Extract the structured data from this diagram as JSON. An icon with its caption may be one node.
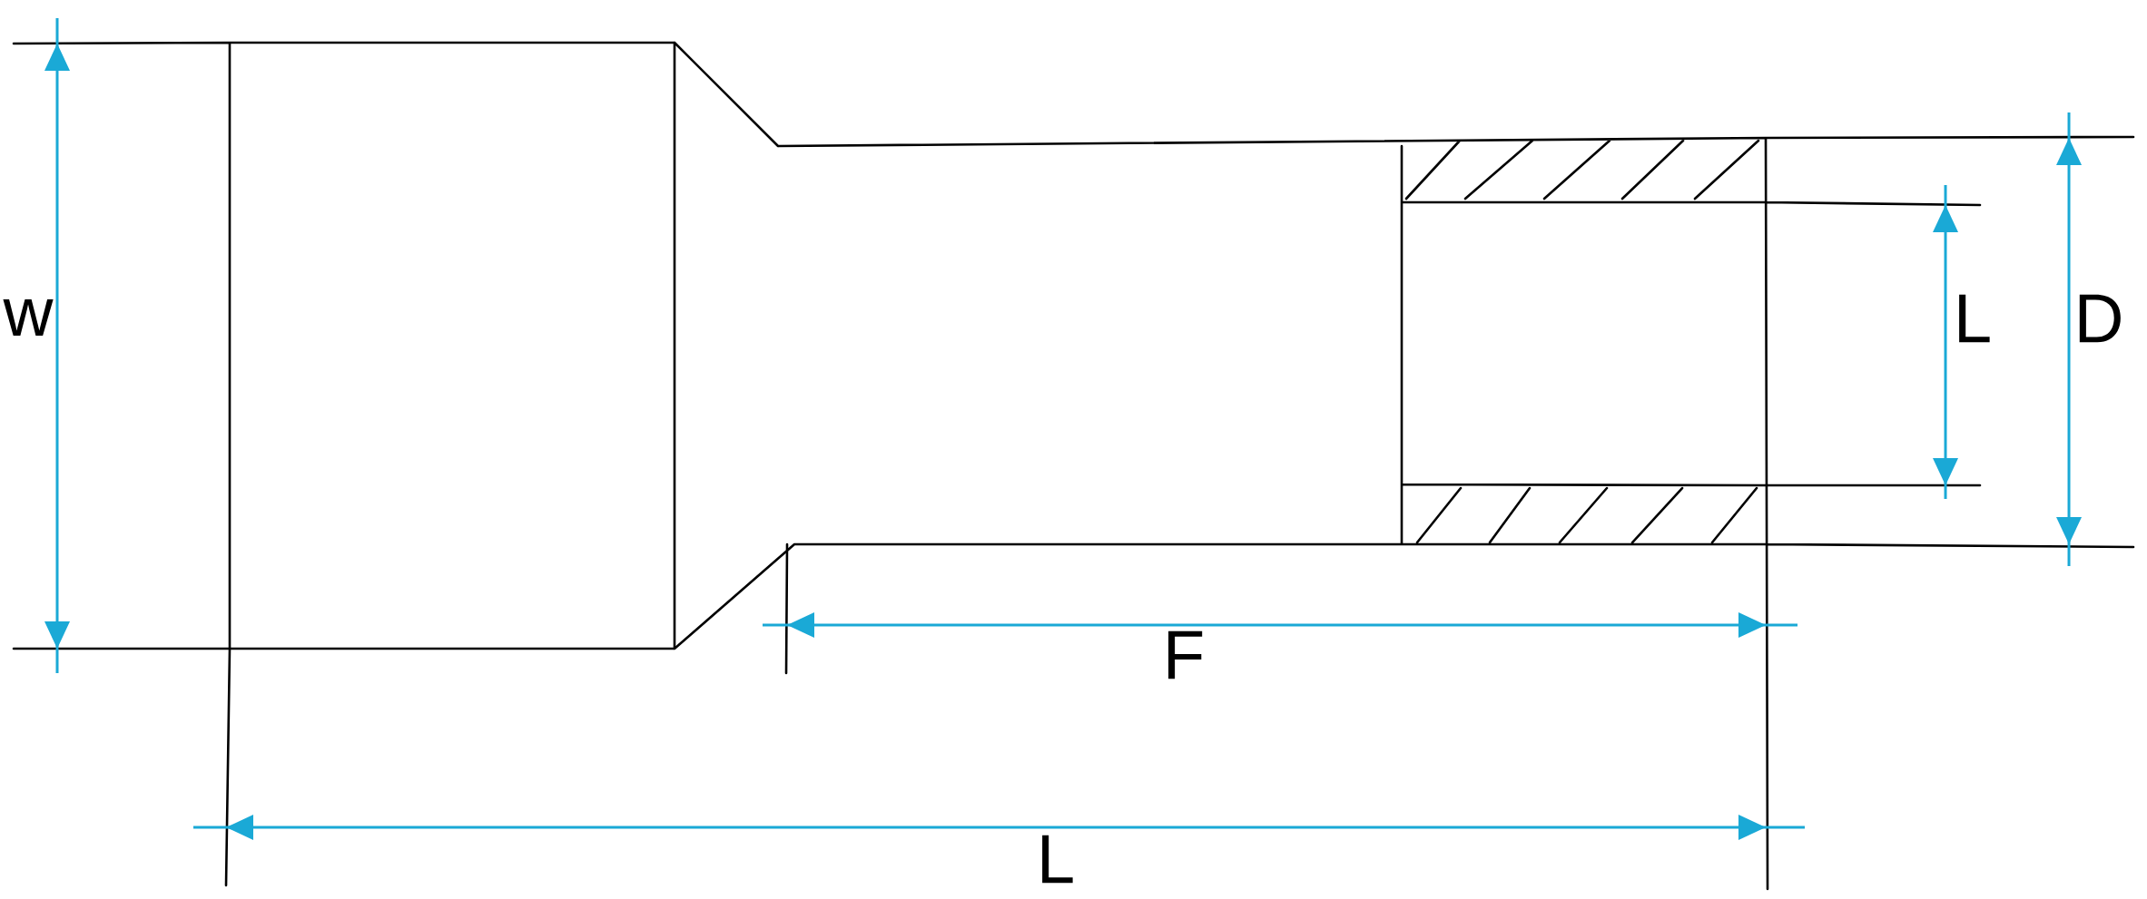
{
  "diagram": {
    "labels": [
      "w",
      "L",
      "D",
      "F",
      "L"
    ]
  }
}
